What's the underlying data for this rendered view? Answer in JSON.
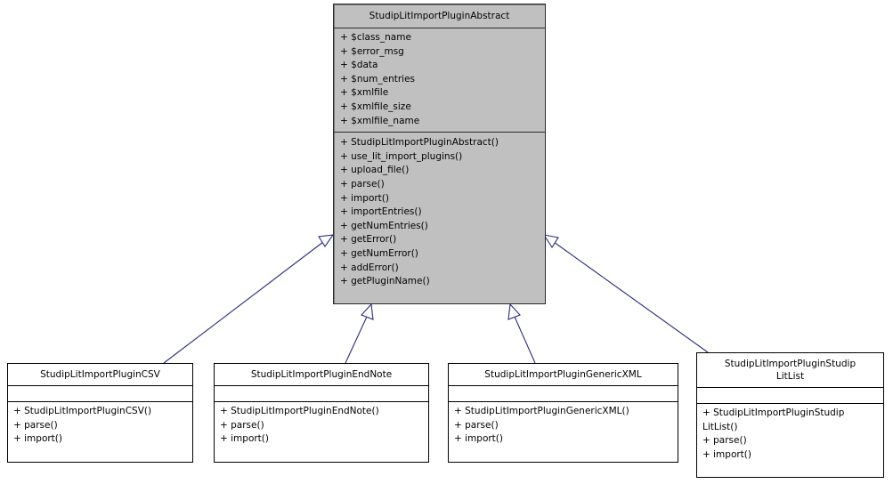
{
  "diagram": {
    "type": "uml-class-inheritance",
    "colors": {
      "abstract_fill": "#c0c0c0",
      "class_fill": "#ffffff",
      "border": "#000000",
      "abstract_border": "#2b2b2b",
      "edge": "#2b2b7f",
      "background": "#ffffff"
    },
    "classes": [
      {
        "id": "abstract",
        "name": "StudipLitImportPluginAbstract",
        "attributes": [
          "+ $class_name",
          "+ $error_msg",
          "+ $data",
          "+ $num_entries",
          "+ $xmlfile",
          "+ $xmlfile_size",
          "+ $xmlfile_name"
        ],
        "operations": [
          "+ StudipLitImportPluginAbstract()",
          "+ use_lit_import_plugins()",
          "+ upload_file()",
          "+ parse()",
          "+ import()",
          "+ importEntries()",
          "+ getNumEntries()",
          "+ getError()",
          "+ getNumError()",
          "+ addError()",
          "+ getPluginName()"
        ]
      },
      {
        "id": "csv",
        "name": "StudipLitImportPluginCSV",
        "attributes": [],
        "operations": [
          "+ StudipLitImportPluginCSV()",
          "+ parse()",
          "+ import()"
        ]
      },
      {
        "id": "endnote",
        "name": "StudipLitImportPluginEndNote",
        "attributes": [],
        "operations": [
          "+ StudipLitImportPluginEndNote()",
          "+ parse()",
          "+ import()"
        ]
      },
      {
        "id": "genericxml",
        "name": "StudipLitImportPluginGenericXML",
        "attributes": [],
        "operations": [
          "+ StudipLitImportPluginGenericXML()",
          "+ parse()",
          "+ import()"
        ]
      },
      {
        "id": "studiplitlist",
        "name": "StudipLitImportPluginStudip\nLitList",
        "attributes": [],
        "operations": [
          "+ StudipLitImportPluginStudip\nLitList()",
          "+ parse()",
          "+ import()"
        ]
      }
    ],
    "edges": [
      {
        "from": "csv",
        "to": "abstract",
        "relation": "inheritance"
      },
      {
        "from": "endnote",
        "to": "abstract",
        "relation": "inheritance"
      },
      {
        "from": "genericxml",
        "to": "abstract",
        "relation": "inheritance"
      },
      {
        "from": "studiplitlist",
        "to": "abstract",
        "relation": "inheritance"
      }
    ]
  }
}
